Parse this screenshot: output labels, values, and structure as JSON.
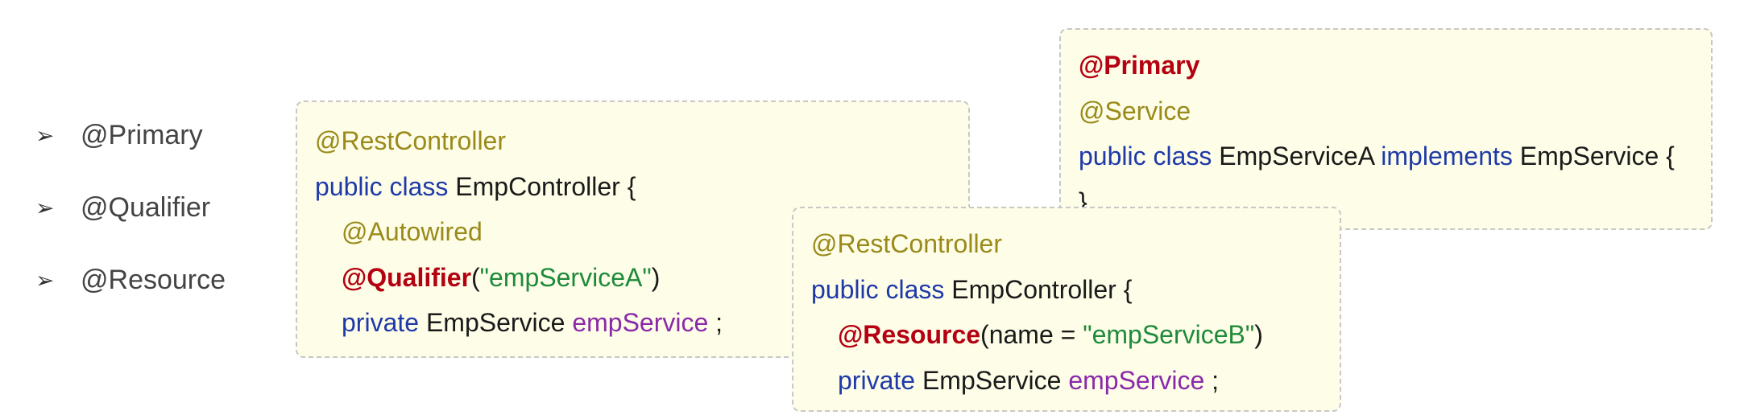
{
  "bullets": [
    {
      "arrow": "➢",
      "label": "@Primary"
    },
    {
      "arrow": "➢",
      "label": "@Qualifier"
    },
    {
      "arrow": "➢",
      "label": "@Resource"
    }
  ],
  "code_qualifier": {
    "line1": {
      "anno": "@RestController"
    },
    "line2": {
      "kw": "public class",
      "name": "EmpController {"
    },
    "line3": {
      "anno": "@Autowired"
    },
    "line4": {
      "anno": "@Qualifier",
      "open": "(",
      "arg": "\"empServiceA\"",
      "close": ")"
    },
    "line5": {
      "kw": "private",
      "type": "EmpService",
      "var": "empService",
      "end": ";"
    }
  },
  "code_primary": {
    "line1": {
      "anno": "@Primary"
    },
    "line2": {
      "anno": "@Service"
    },
    "line3": {
      "kw": "public class",
      "name": "EmpServiceA",
      "impl": "implements",
      "iface": "EmpService {"
    },
    "line4": {
      "close": "}"
    }
  },
  "code_resource": {
    "line1": {
      "anno": "@RestController"
    },
    "line2": {
      "kw": "public class",
      "name": "EmpController {"
    },
    "line3": {
      "anno": "@Resource",
      "open": "(name = ",
      "arg": "\"empServiceB\"",
      "close": ")"
    },
    "line4": {
      "kw": "private",
      "type": "EmpService",
      "var": "empService",
      "end": ";"
    }
  }
}
